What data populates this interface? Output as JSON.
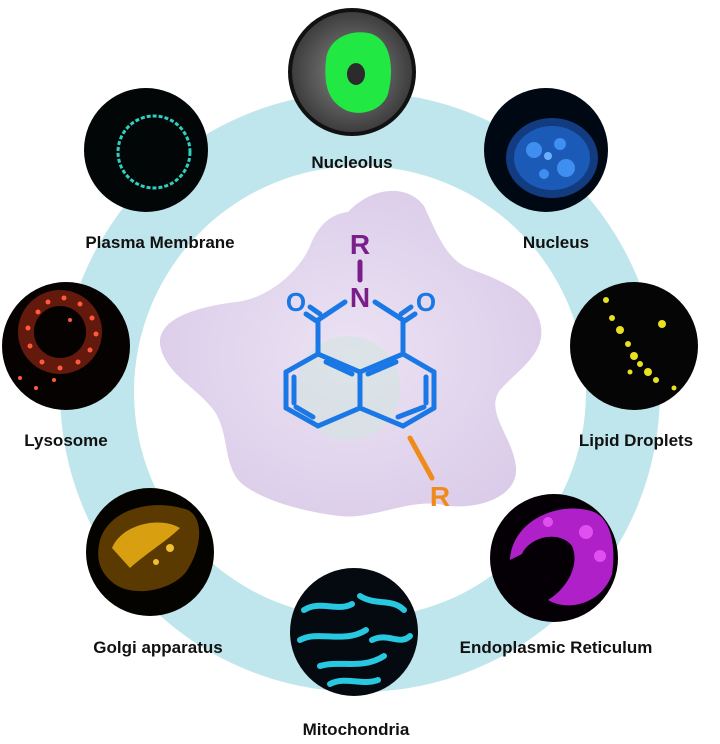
{
  "organelles": [
    {
      "label": "Nucleolus",
      "icon": "nucleolus-micrograph-icon",
      "color": "#22e844"
    },
    {
      "label": "Nucleus",
      "icon": "nucleus-micrograph-icon",
      "color": "#2f7fe0"
    },
    {
      "label": "Lipid Droplets",
      "icon": "lipid-droplets-micrograph-icon",
      "color": "#e8e020"
    },
    {
      "label": "Endoplasmic Reticulum",
      "icon": "er-micrograph-icon",
      "color": "#d030e0"
    },
    {
      "label": "Mitochondria",
      "icon": "mitochondria-micrograph-icon",
      "color": "#28c8e0"
    },
    {
      "label": "Golgi apparatus",
      "icon": "golgi-micrograph-icon",
      "color": "#d8a010"
    },
    {
      "label": "Lysosome",
      "icon": "lysosome-micrograph-icon",
      "color": "#ff5a3c"
    },
    {
      "label": "Plasma Membrane",
      "icon": "plasma-membrane-micrograph-icon",
      "color": "#30d0c0"
    }
  ],
  "molecule": {
    "n_substituent": "R",
    "n_atom": "N",
    "carbonyl_left": "O",
    "carbonyl_right": "O",
    "ring_substituent": "R",
    "n_color": "#7a1f8a",
    "core_color": "#1a78e6",
    "ring_r_color": "#f08a1a"
  },
  "colors": {
    "ring": "#bfe6ec",
    "cell": "#ddd0ea"
  }
}
